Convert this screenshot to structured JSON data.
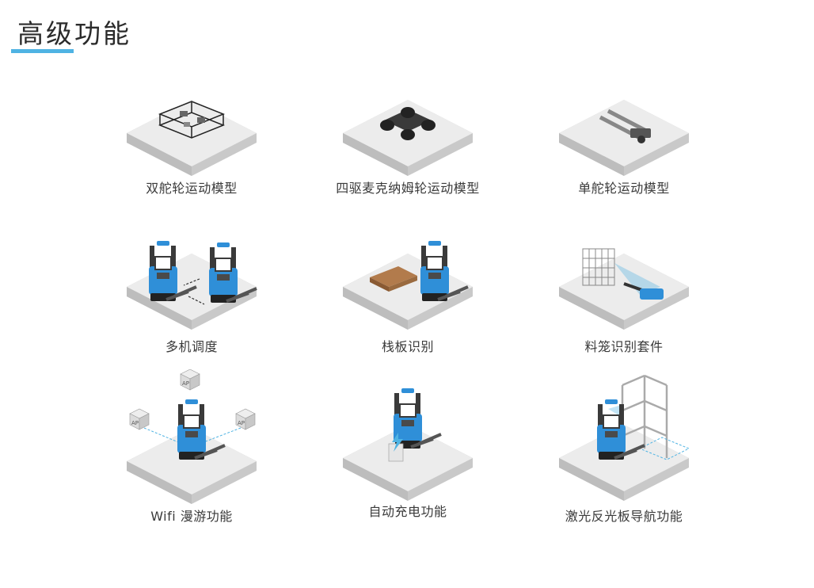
{
  "page": {
    "title": "高级功能"
  },
  "features": [
    {
      "label": "双舵轮运动模型",
      "icon": "dual-steering-wheel-model-icon"
    },
    {
      "label": "四驱麦克纳姆轮运动模型",
      "icon": "mecanum-wheel-model-icon"
    },
    {
      "label": "单舵轮运动模型",
      "icon": "single-steering-wheel-model-icon"
    },
    {
      "label": "多机调度",
      "icon": "multi-robot-scheduling-icon"
    },
    {
      "label": "栈板识别",
      "icon": "pallet-recognition-icon"
    },
    {
      "label": "料笼识别套件",
      "icon": "cage-recognition-kit-icon"
    },
    {
      "label": "Wifi 漫游功能",
      "icon": "wifi-roaming-icon",
      "ap_labels": [
        "AP",
        "AP",
        "AP"
      ]
    },
    {
      "label": "自动充电功能",
      "icon": "auto-charging-icon"
    },
    {
      "label": "激光反光板导航功能",
      "icon": "laser-reflector-navigation-icon"
    }
  ],
  "colors": {
    "accent": "#4fb3e3",
    "robot_blue": "#2f8fd8",
    "platform": "#ececec"
  }
}
